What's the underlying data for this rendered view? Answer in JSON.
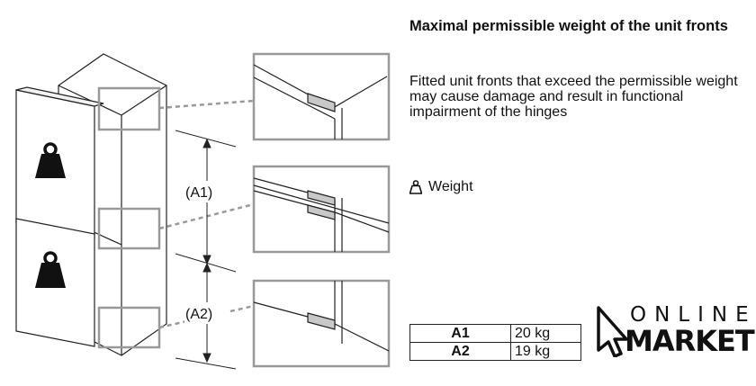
{
  "heading": "Maximal permissible weight of the unit fronts",
  "description": "Fitted unit fronts that exceed the permissible weight may cause damage and result in functional impairment of the hinges",
  "legend": {
    "icon": "weight-icon",
    "label": "Weight"
  },
  "dimension_labels": {
    "a1": "(A1)",
    "a2": "(A2)"
  },
  "weights_table": [
    {
      "key": "A1",
      "value": "20 kg"
    },
    {
      "key": "A2",
      "value": "19 kg"
    }
  ],
  "logo": {
    "top": "ONLINE",
    "bottom": "MARKET"
  },
  "colors": {
    "line": "#222222",
    "detail_frame": "#999999",
    "hinge": "#c8c8c8"
  }
}
